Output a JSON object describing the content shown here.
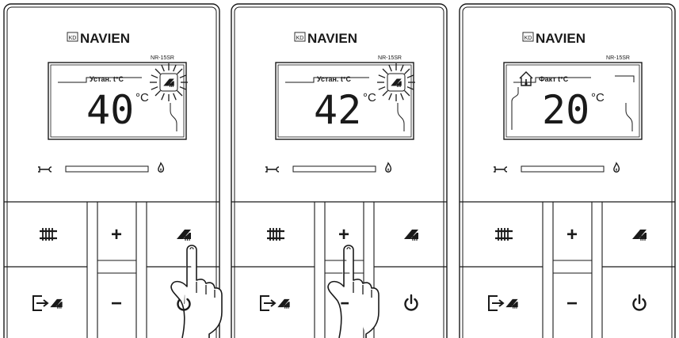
{
  "brand": {
    "logo_badge": "KD",
    "logo_text": "NAVIEN"
  },
  "colors": {
    "stroke": "#1a1a1a",
    "background": "#ffffff",
    "screen_background": "#ffffff"
  },
  "panels": [
    {
      "model": "NR-15SR",
      "mode_label": "Устан. t°C",
      "temperature": "40",
      "unit": "°C",
      "lit_icon": "hot-water-icon",
      "left_icon": "none",
      "pressed_button": "hot-water-button",
      "buttons": [
        {
          "name": "heating-button",
          "icon": "radiator-icon"
        },
        {
          "name": "plus-button",
          "label": "+"
        },
        {
          "name": "hot-water-button",
          "icon": "hot-water-icon"
        },
        {
          "name": "away-mode-button",
          "icon": "exit-hot-water-icon"
        },
        {
          "name": "minus-button",
          "label": "−"
        },
        {
          "name": "power-button",
          "icon": "power-icon"
        }
      ]
    },
    {
      "model": "NR-15SR",
      "mode_label": "Устан. t°C",
      "temperature": "42",
      "unit": "°C",
      "lit_icon": "hot-water-icon",
      "left_icon": "none",
      "pressed_button": "plus-button",
      "buttons": [
        {
          "name": "heating-button",
          "icon": "radiator-icon"
        },
        {
          "name": "plus-button",
          "label": "+"
        },
        {
          "name": "hot-water-button",
          "icon": "hot-water-icon"
        },
        {
          "name": "away-mode-button",
          "icon": "exit-hot-water-icon"
        },
        {
          "name": "minus-button",
          "label": "−"
        },
        {
          "name": "power-button",
          "icon": "power-icon"
        }
      ]
    },
    {
      "model": "NR-15SR",
      "mode_label": "Факт t°C",
      "temperature": "20",
      "unit": "°C",
      "lit_icon": "none",
      "left_icon": "house-icon",
      "pressed_button": "none",
      "buttons": [
        {
          "name": "heating-button",
          "icon": "radiator-icon"
        },
        {
          "name": "plus-button",
          "label": "+"
        },
        {
          "name": "hot-water-button",
          "icon": "hot-water-icon"
        },
        {
          "name": "away-mode-button",
          "icon": "exit-hot-water-icon"
        },
        {
          "name": "minus-button",
          "label": "−"
        },
        {
          "name": "power-button",
          "icon": "power-icon"
        }
      ]
    }
  ],
  "status_bar_icons": [
    "wrench-icon",
    "flame-icon"
  ]
}
